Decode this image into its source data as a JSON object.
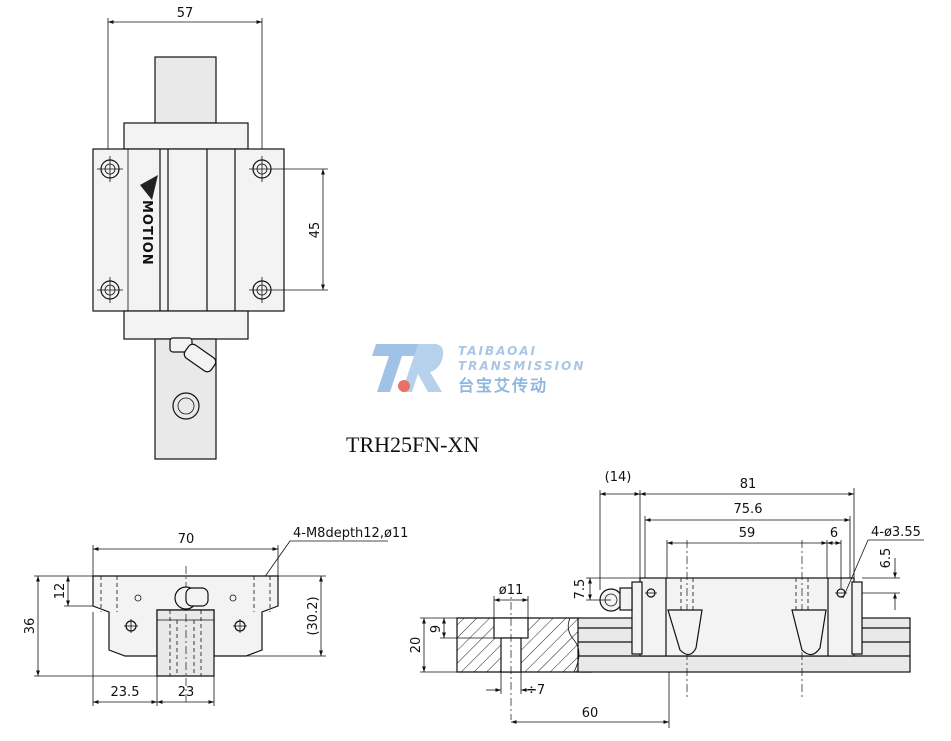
{
  "title": "TRH25FN-XN",
  "brand": {
    "name_en_1": "TAIBAOAI",
    "name_en_2": "TRANSMISSION",
    "name_cn": "台宝艾传动",
    "block_marking": "MOTION",
    "colors": {
      "logo_light": "#a9c6e4",
      "logo_mid": "#8fb6df",
      "logo_accent": "#e8716a"
    }
  },
  "top_view": {
    "width": "57",
    "hole_spacing": "45"
  },
  "front_view": {
    "width": "70",
    "hole_spec": "4-M8depth12,ø11",
    "height": "36",
    "flange_thickness": "12",
    "rail_height": "(30.2)",
    "rail_offset": "23.5",
    "rail_width": "23"
  },
  "side_view": {
    "counterbore_dia": "ø11",
    "through_hole_dia": "÷7",
    "rail_height": "20",
    "counterbore_depth": "9",
    "hole_pitch": "60",
    "nipple_length": "(14)",
    "block_length": "81",
    "body_length": "75.6",
    "hole_spacing": "59",
    "end_hole_offset": "6",
    "end_hole_spec": "4-ø3.55",
    "end_hole_height": "6.5",
    "nipple_height": "7.5"
  }
}
